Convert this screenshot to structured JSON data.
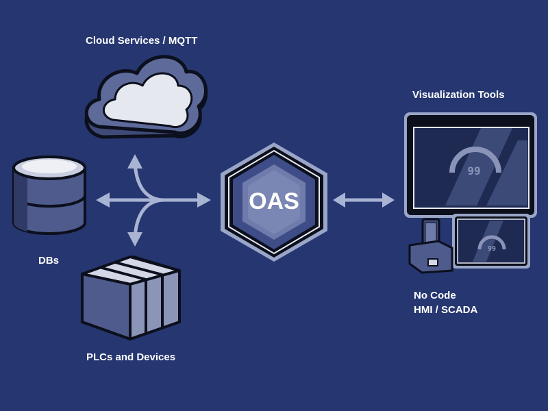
{
  "labels": {
    "cloud": "Cloud Services / MQTT",
    "dbs": "DBs",
    "plcs": "PLCs and Devices",
    "viz": "Visualization Tools",
    "hmi_line1": "No Code",
    "hmi_line2": "HMI / SCADA"
  },
  "center": {
    "title": "OAS"
  },
  "gauge": {
    "readout": "99"
  },
  "colors": {
    "background": "#253670",
    "arrow": "#a9b4d3",
    "icon_fill": "#4e5b8c",
    "outline": "#0c0f1c"
  },
  "icons": [
    "cloud-icon",
    "database-icon",
    "server-rack-icon",
    "monitor-icon",
    "tablet-icon",
    "phone-dock-icon"
  ]
}
